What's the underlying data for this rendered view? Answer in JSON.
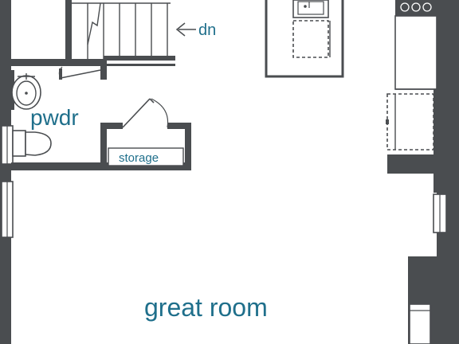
{
  "labels": {
    "down": "dn",
    "powder_room": "pwdr",
    "storage": "storage",
    "great_room": "great room"
  },
  "colors": {
    "label_accent": "#1f6f8b",
    "wall": "#4a4d50",
    "background": "#ffffff"
  }
}
